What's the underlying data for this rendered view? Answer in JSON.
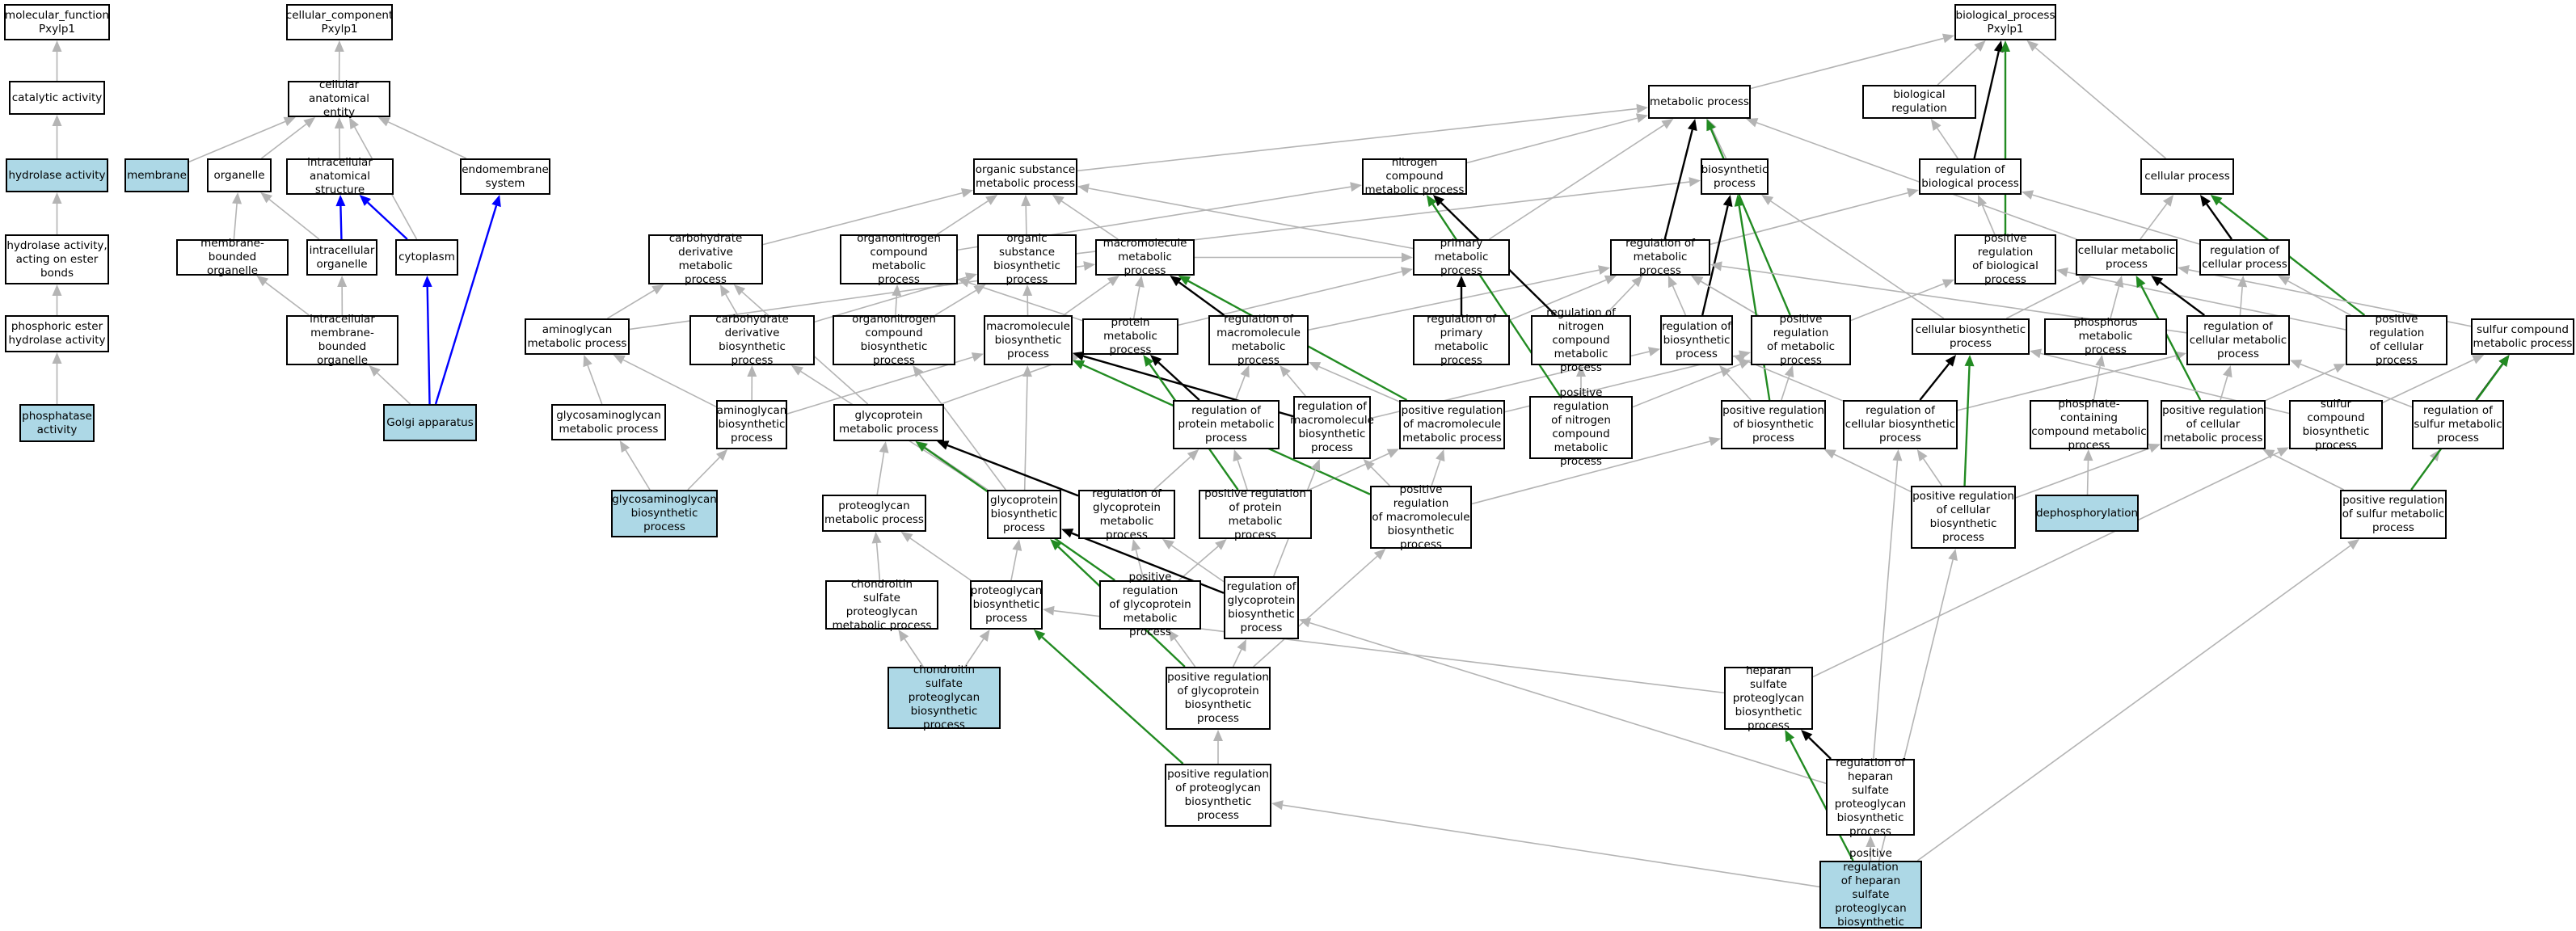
{
  "colors": {
    "annotated_fill": "#add8e6",
    "node_fill": "#ffffff",
    "is_a": "#b4b4b4",
    "part_of": "#0000ff",
    "regulates": "#000000",
    "positively_regulates": "#228b22"
  },
  "nodes": {
    "mf": {
      "label": "molecular_function\nPxylp1",
      "annotated": false
    },
    "catalytic": {
      "label": "catalytic activity",
      "annotated": false
    },
    "hydrolase": {
      "label": "hydrolase activity",
      "annotated": true
    },
    "hydrolase_ester": {
      "label": "hydrolase activity,\nacting on ester\nbonds",
      "annotated": false
    },
    "phosphoric": {
      "label": "phosphoric ester\nhydrolase activity",
      "annotated": false
    },
    "phosphatase": {
      "label": "phosphatase\nactivity",
      "annotated": true
    },
    "cc": {
      "label": "cellular_component\nPxylp1",
      "annotated": false
    },
    "cae": {
      "label": "cellular anatomical\nentity",
      "annotated": false
    },
    "membrane": {
      "label": "membrane",
      "annotated": true
    },
    "organelle": {
      "label": "organelle",
      "annotated": false
    },
    "ias": {
      "label": "intracellular\nanatomical structure",
      "annotated": false
    },
    "endomembrane": {
      "label": "endomembrane\nsystem",
      "annotated": false
    },
    "mbo": {
      "label": "membrane-bounded\norganelle",
      "annotated": false
    },
    "io": {
      "label": "intracellular\norganelle",
      "annotated": false
    },
    "cytoplasm": {
      "label": "cytoplasm",
      "annotated": false
    },
    "imbo": {
      "label": "intracellular\nmembrane-bounded\norganelle",
      "annotated": false
    },
    "golgi": {
      "label": "Golgi apparatus",
      "annotated": true
    },
    "bp": {
      "label": "biological_process\nPxylp1",
      "annotated": false
    },
    "metabolic": {
      "label": "metabolic process",
      "annotated": false
    },
    "bioreg": {
      "label": "biological regulation",
      "annotated": false
    },
    "osmp": {
      "label": "organic substance\nmetabolic process",
      "annotated": false
    },
    "ncmp": {
      "label": "nitrogen compound\nmetabolic process",
      "annotated": false
    },
    "biosynthetic": {
      "label": "biosynthetic\nprocess",
      "annotated": false
    },
    "regbp": {
      "label": "regulation of\nbiological process",
      "annotated": false
    },
    "cellular": {
      "label": "cellular process",
      "annotated": false
    },
    "cdmp": {
      "label": "carbohydrate\nderivative metabolic\nprocess",
      "annotated": false
    },
    "oncmp": {
      "label": "organonitrogen\ncompound metabolic\nprocess",
      "annotated": false
    },
    "osbp": {
      "label": "organic substance\nbiosynthetic\nprocess",
      "annotated": false
    },
    "macmp": {
      "label": "macromolecule\nmetabolic process",
      "annotated": false
    },
    "primary": {
      "label": "primary metabolic\nprocess",
      "annotated": false
    },
    "regmp": {
      "label": "regulation of\nmetabolic process",
      "annotated": false
    },
    "posregbp": {
      "label": "positive regulation\nof biological\nprocess",
      "annotated": false
    },
    "cellmp": {
      "label": "cellular metabolic\nprocess",
      "annotated": false
    },
    "regcp": {
      "label": "regulation of\ncellular process",
      "annotated": false
    },
    "aminoglycan": {
      "label": "aminoglycan\nmetabolic process",
      "annotated": false
    },
    "cdbp": {
      "label": "carbohydrate\nderivative biosynthetic\nprocess",
      "annotated": false
    },
    "oncbp": {
      "label": "organonitrogen\ncompound biosynthetic\nprocess",
      "annotated": false
    },
    "macbp": {
      "label": "macromolecule\nbiosynthetic\nprocess",
      "annotated": false
    },
    "protmp": {
      "label": "protein metabolic\nprocess",
      "annotated": false
    },
    "regmacmp": {
      "label": "regulation of\nmacromolecule\nmetabolic process",
      "annotated": false
    },
    "regprimary": {
      "label": "regulation of\nprimary metabolic\nprocess",
      "annotated": false
    },
    "regncmp": {
      "label": "regulation of\nnitrogen compound\nmetabolic process",
      "annotated": false
    },
    "regbiosyn": {
      "label": "regulation of\nbiosynthetic\nprocess",
      "annotated": false
    },
    "posregmp": {
      "label": "positive regulation\nof metabolic\nprocess",
      "annotated": false
    },
    "cellbiosyn": {
      "label": "cellular biosynthetic\nprocess",
      "annotated": false
    },
    "phosphorus": {
      "label": "phosphorus metabolic\nprocess",
      "annotated": false
    },
    "regcellmp": {
      "label": "regulation of\ncellular metabolic\nprocess",
      "annotated": false
    },
    "posregcp": {
      "label": "positive regulation\nof cellular\nprocess",
      "annotated": false
    },
    "sulfurmp": {
      "label": "sulfur compound\nmetabolic process",
      "annotated": false
    },
    "gagmp": {
      "label": "glycosaminoglycan\nmetabolic process",
      "annotated": false
    },
    "aminoglycanbp": {
      "label": "aminoglycan\nbiosynthetic\nprocess",
      "annotated": false
    },
    "glycoproteinmp": {
      "label": "glycoprotein\nmetabolic process",
      "annotated": false
    },
    "regprotmp": {
      "label": "regulation of\nprotein metabolic\nprocess",
      "annotated": false
    },
    "regmacbp": {
      "label": "regulation of\nmacromolecule\nbiosynthetic\nprocess",
      "annotated": false
    },
    "posregmacmp": {
      "label": "positive regulation\nof macromolecule\nmetabolic process",
      "annotated": false
    },
    "posregncmp": {
      "label": "positive regulation\nof nitrogen\ncompound metabolic\nprocess",
      "annotated": false
    },
    "posregbiosyn": {
      "label": "positive regulation\nof biosynthetic\nprocess",
      "annotated": false
    },
    "regcellbiosyn": {
      "label": "regulation of\ncellular biosynthetic\nprocess",
      "annotated": false
    },
    "phosphatecmp": {
      "label": "phosphate-containing\ncompound metabolic\nprocess",
      "annotated": false
    },
    "posregcellmp": {
      "label": "positive regulation\nof cellular\nmetabolic process",
      "annotated": false
    },
    "sulfurbp": {
      "label": "sulfur compound\nbiosynthetic\nprocess",
      "annotated": false
    },
    "regsulfur": {
      "label": "regulation of\nsulfur metabolic\nprocess",
      "annotated": false
    },
    "gagbp": {
      "label": "glycosaminoglycan\nbiosynthetic\nprocess",
      "annotated": true
    },
    "proteoglycanmp": {
      "label": "proteoglycan\nmetabolic process",
      "annotated": false
    },
    "glycoproteinbp": {
      "label": "glycoprotein\nbiosynthetic\nprocess",
      "annotated": false
    },
    "regglycoproteinmp": {
      "label": "regulation of\nglycoprotein\nmetabolic process",
      "annotated": false
    },
    "posregprotmp": {
      "label": "positive regulation\nof protein metabolic\nprocess",
      "annotated": false
    },
    "posregmacbp": {
      "label": "positive regulation\nof macromolecule\nbiosynthetic\nprocess",
      "annotated": false
    },
    "posregcellbiosyn": {
      "label": "positive regulation\nof cellular\nbiosynthetic\nprocess",
      "annotated": false
    },
    "dephos": {
      "label": "dephosphorylation",
      "annotated": true
    },
    "posregsulfur": {
      "label": "positive regulation\nof sulfur metabolic\nprocess",
      "annotated": false
    },
    "chondroitinmp": {
      "label": "chondroitin\nsulfate proteoglycan\nmetabolic process",
      "annotated": false
    },
    "proteoglycanbp": {
      "label": "proteoglycan\nbiosynthetic\nprocess",
      "annotated": false
    },
    "posregglycoproteinmp": {
      "label": "positive regulation\nof glycoprotein\nmetabolic process",
      "annotated": false
    },
    "regglycoproteinbp": {
      "label": "regulation of\nglycoprotein\nbiosynthetic\nprocess",
      "annotated": false
    },
    "chondroitinbp": {
      "label": "chondroitin\nsulfate proteoglycan\nbiosynthetic\nprocess",
      "annotated": true
    },
    "posregglycoproteinbp": {
      "label": "positive regulation\nof glycoprotein\nbiosynthetic\nprocess",
      "annotated": false
    },
    "heparanbp": {
      "label": "heparan sulfate\nproteoglycan\nbiosynthetic\nprocess",
      "annotated": false
    },
    "posregproteoglycanbp": {
      "label": "positive regulation\nof proteoglycan\nbiosynthetic\nprocess",
      "annotated": false
    },
    "regheparan": {
      "label": "regulation of\nheparan sulfate\nproteoglycan\nbiosynthetic\nprocess",
      "annotated": false
    },
    "posregheparan": {
      "label": "positive regulation\nof heparan sulfate\nproteoglycan\nbiosynthetic\nprocess",
      "annotated": true
    }
  },
  "edges": [
    [
      "catalytic",
      "mf",
      "is_a"
    ],
    [
      "hydrolase",
      "catalytic",
      "is_a"
    ],
    [
      "hydrolase_ester",
      "hydrolase",
      "is_a"
    ],
    [
      "phosphoric",
      "hydrolase_ester",
      "is_a"
    ],
    [
      "phosphatase",
      "phosphoric",
      "is_a"
    ],
    [
      "cae",
      "cc",
      "is_a"
    ],
    [
      "membrane",
      "cae",
      "is_a"
    ],
    [
      "organelle",
      "cae",
      "is_a"
    ],
    [
      "ias",
      "cae",
      "is_a"
    ],
    [
      "endomembrane",
      "cae",
      "is_a"
    ],
    [
      "cytoplasm",
      "cae",
      "is_a"
    ],
    [
      "mbo",
      "organelle",
      "is_a"
    ],
    [
      "io",
      "organelle",
      "is_a"
    ],
    [
      "io",
      "ias",
      "part_of"
    ],
    [
      "cytoplasm",
      "ias",
      "part_of"
    ],
    [
      "imbo",
      "mbo",
      "is_a"
    ],
    [
      "imbo",
      "io",
      "is_a"
    ],
    [
      "golgi",
      "imbo",
      "is_a"
    ],
    [
      "golgi",
      "cytoplasm",
      "part_of"
    ],
    [
      "golgi",
      "endomembrane",
      "part_of"
    ],
    [
      "metabolic",
      "bp",
      "is_a"
    ],
    [
      "bioreg",
      "bp",
      "is_a"
    ],
    [
      "cellular",
      "bp",
      "is_a"
    ],
    [
      "regbp",
      "bioreg",
      "is_a"
    ],
    [
      "regbp",
      "bp",
      "regulates"
    ],
    [
      "posregbp",
      "regbp",
      "is_a"
    ],
    [
      "posregbp",
      "bp",
      "positively_regulates"
    ],
    [
      "osmp",
      "metabolic",
      "is_a"
    ],
    [
      "ncmp",
      "metabolic",
      "is_a"
    ],
    [
      "biosynthetic",
      "metabolic",
      "is_a"
    ],
    [
      "primary",
      "metabolic",
      "is_a"
    ],
    [
      "cdmp",
      "osmp",
      "is_a"
    ],
    [
      "oncmp",
      "osmp",
      "is_a"
    ],
    [
      "oncmp",
      "ncmp",
      "is_a"
    ],
    [
      "osbp",
      "osmp",
      "is_a"
    ],
    [
      "osbp",
      "biosynthetic",
      "is_a"
    ],
    [
      "macmp",
      "osmp",
      "is_a"
    ],
    [
      "macmp",
      "primary",
      "is_a"
    ],
    [
      "primary",
      "osmp",
      "is_a"
    ],
    [
      "regmp",
      "regbp",
      "is_a"
    ],
    [
      "regmp",
      "metabolic",
      "regulates"
    ],
    [
      "posregmp",
      "regmp",
      "is_a"
    ],
    [
      "posregmp",
      "posregbp",
      "is_a"
    ],
    [
      "posregmp",
      "metabolic",
      "positively_regulates"
    ],
    [
      "cellmp",
      "metabolic",
      "is_a"
    ],
    [
      "cellmp",
      "cellular",
      "is_a"
    ],
    [
      "regcp",
      "regbp",
      "is_a"
    ],
    [
      "regcp",
      "cellular",
      "regulates"
    ],
    [
      "posregcp",
      "regcp",
      "is_a"
    ],
    [
      "posregcp",
      "posregbp",
      "is_a"
    ],
    [
      "posregcp",
      "cellular",
      "positively_regulates"
    ],
    [
      "aminoglycan",
      "cdmp",
      "is_a"
    ],
    [
      "aminoglycan",
      "macmp",
      "is_a"
    ],
    [
      "cdbp",
      "cdmp",
      "is_a"
    ],
    [
      "cdbp",
      "osbp",
      "is_a"
    ],
    [
      "oncbp",
      "oncmp",
      "is_a"
    ],
    [
      "oncbp",
      "osbp",
      "is_a"
    ],
    [
      "macbp",
      "macmp",
      "is_a"
    ],
    [
      "macbp",
      "osbp",
      "is_a"
    ],
    [
      "protmp",
      "macmp",
      "is_a"
    ],
    [
      "protmp",
      "oncmp",
      "is_a"
    ],
    [
      "protmp",
      "primary",
      "is_a"
    ],
    [
      "regmacmp",
      "regmp",
      "is_a"
    ],
    [
      "regmacmp",
      "macmp",
      "regulates"
    ],
    [
      "regprimary",
      "regmp",
      "is_a"
    ],
    [
      "regprimary",
      "primary",
      "regulates"
    ],
    [
      "regncmp",
      "regmp",
      "is_a"
    ],
    [
      "regncmp",
      "ncmp",
      "regulates"
    ],
    [
      "regbiosyn",
      "regmp",
      "is_a"
    ],
    [
      "regbiosyn",
      "biosynthetic",
      "regulates"
    ],
    [
      "posregmp",
      "regmp",
      "is_a"
    ],
    [
      "cellbiosyn",
      "biosynthetic",
      "is_a"
    ],
    [
      "cellbiosyn",
      "cellmp",
      "is_a"
    ],
    [
      "phosphorus",
      "cellmp",
      "is_a"
    ],
    [
      "regcellmp",
      "regmp",
      "is_a"
    ],
    [
      "regcellmp",
      "regcp",
      "is_a"
    ],
    [
      "regcellmp",
      "cellmp",
      "regulates"
    ],
    [
      "sulfurmp",
      "cellmp",
      "is_a"
    ],
    [
      "gagmp",
      "aminoglycan",
      "is_a"
    ],
    [
      "aminoglycanbp",
      "aminoglycan",
      "is_a"
    ],
    [
      "aminoglycanbp",
      "cdbp",
      "is_a"
    ],
    [
      "aminoglycanbp",
      "macbp",
      "is_a"
    ],
    [
      "glycoproteinmp",
      "protmp",
      "is_a"
    ],
    [
      "glycoproteinmp",
      "cdmp",
      "is_a"
    ],
    [
      "regprotmp",
      "regmacmp",
      "is_a"
    ],
    [
      "regprotmp",
      "protmp",
      "regulates"
    ],
    [
      "regmacbp",
      "regmacmp",
      "is_a"
    ],
    [
      "regmacbp",
      "regbiosyn",
      "is_a"
    ],
    [
      "regmacbp",
      "macbp",
      "regulates"
    ],
    [
      "posregmacmp",
      "regmacmp",
      "is_a"
    ],
    [
      "posregmacmp",
      "posregmp",
      "is_a"
    ],
    [
      "posregmacmp",
      "macmp",
      "positively_regulates"
    ],
    [
      "posregncmp",
      "regncmp",
      "is_a"
    ],
    [
      "posregncmp",
      "posregmp",
      "is_a"
    ],
    [
      "posregncmp",
      "ncmp",
      "positively_regulates"
    ],
    [
      "posregbiosyn",
      "regbiosyn",
      "is_a"
    ],
    [
      "posregbiosyn",
      "posregmp",
      "is_a"
    ],
    [
      "posregbiosyn",
      "biosynthetic",
      "positively_regulates"
    ],
    [
      "regcellbiosyn",
      "regbiosyn",
      "is_a"
    ],
    [
      "regcellbiosyn",
      "regcellmp",
      "is_a"
    ],
    [
      "regcellbiosyn",
      "cellbiosyn",
      "regulates"
    ],
    [
      "phosphatecmp",
      "phosphorus",
      "is_a"
    ],
    [
      "posregcellmp",
      "regcellmp",
      "is_a"
    ],
    [
      "posregcellmp",
      "posregcp",
      "is_a"
    ],
    [
      "posregcellmp",
      "cellmp",
      "positively_regulates"
    ],
    [
      "sulfurbp",
      "sulfurmp",
      "is_a"
    ],
    [
      "sulfurbp",
      "cellbiosyn",
      "is_a"
    ],
    [
      "regsulfur",
      "regcellmp",
      "is_a"
    ],
    [
      "regsulfur",
      "sulfurmp",
      "regulates"
    ],
    [
      "gagbp",
      "gagmp",
      "is_a"
    ],
    [
      "gagbp",
      "aminoglycanbp",
      "is_a"
    ],
    [
      "proteoglycanmp",
      "glycoproteinmp",
      "is_a"
    ],
    [
      "glycoproteinbp",
      "glycoproteinmp",
      "is_a"
    ],
    [
      "glycoproteinbp",
      "macbp",
      "is_a"
    ],
    [
      "glycoproteinbp",
      "cdbp",
      "is_a"
    ],
    [
      "glycoproteinbp",
      "oncbp",
      "is_a"
    ],
    [
      "regglycoproteinmp",
      "regprotmp",
      "is_a"
    ],
    [
      "regglycoproteinmp",
      "glycoproteinmp",
      "regulates"
    ],
    [
      "posregprotmp",
      "regprotmp",
      "is_a"
    ],
    [
      "posregprotmp",
      "posregmacmp",
      "is_a"
    ],
    [
      "posregprotmp",
      "protmp",
      "positively_regulates"
    ],
    [
      "posregmacbp",
      "regmacbp",
      "is_a"
    ],
    [
      "posregmacbp",
      "posregmacmp",
      "is_a"
    ],
    [
      "posregmacbp",
      "posregbiosyn",
      "is_a"
    ],
    [
      "posregmacbp",
      "macbp",
      "positively_regulates"
    ],
    [
      "posregcellbiosyn",
      "regcellbiosyn",
      "is_a"
    ],
    [
      "posregcellbiosyn",
      "posregcellmp",
      "is_a"
    ],
    [
      "posregcellbiosyn",
      "posregbiosyn",
      "is_a"
    ],
    [
      "posregcellbiosyn",
      "cellbiosyn",
      "positively_regulates"
    ],
    [
      "dephos",
      "phosphatecmp",
      "is_a"
    ],
    [
      "posregsulfur",
      "regsulfur",
      "is_a"
    ],
    [
      "posregsulfur",
      "posregcellmp",
      "is_a"
    ],
    [
      "posregsulfur",
      "sulfurmp",
      "positively_regulates"
    ],
    [
      "chondroitinmp",
      "proteoglycanmp",
      "is_a"
    ],
    [
      "proteoglycanbp",
      "proteoglycanmp",
      "is_a"
    ],
    [
      "proteoglycanbp",
      "glycoproteinbp",
      "is_a"
    ],
    [
      "posregglycoproteinmp",
      "regglycoproteinmp",
      "is_a"
    ],
    [
      "posregglycoproteinmp",
      "posregprotmp",
      "is_a"
    ],
    [
      "posregglycoproteinmp",
      "glycoproteinmp",
      "positively_regulates"
    ],
    [
      "regglycoproteinbp",
      "regglycoproteinmp",
      "is_a"
    ],
    [
      "regglycoproteinbp",
      "regmacbp",
      "is_a"
    ],
    [
      "regglycoproteinbp",
      "glycoproteinbp",
      "regulates"
    ],
    [
      "chondroitinbp",
      "chondroitinmp",
      "is_a"
    ],
    [
      "chondroitinbp",
      "proteoglycanbp",
      "is_a"
    ],
    [
      "posregglycoproteinbp",
      "regglycoproteinbp",
      "is_a"
    ],
    [
      "posregglycoproteinbp",
      "posregglycoproteinmp",
      "is_a"
    ],
    [
      "posregglycoproteinbp",
      "posregmacbp",
      "is_a"
    ],
    [
      "posregglycoproteinbp",
      "glycoproteinbp",
      "positively_regulates"
    ],
    [
      "heparanbp",
      "proteoglycanbp",
      "is_a"
    ],
    [
      "heparanbp",
      "sulfurbp",
      "is_a"
    ],
    [
      "posregproteoglycanbp",
      "posregglycoproteinbp",
      "is_a"
    ],
    [
      "posregproteoglycanbp",
      "proteoglycanbp",
      "positively_regulates"
    ],
    [
      "regheparan",
      "regglycoproteinbp",
      "is_a"
    ],
    [
      "regheparan",
      "regcellbiosyn",
      "is_a"
    ],
    [
      "regheparan",
      "heparanbp",
      "regulates"
    ],
    [
      "posregheparan",
      "regheparan",
      "is_a"
    ],
    [
      "posregheparan",
      "posregproteoglycanbp",
      "is_a"
    ],
    [
      "posregheparan",
      "posregcellbiosyn",
      "is_a"
    ],
    [
      "posregheparan",
      "posregsulfur",
      "is_a"
    ],
    [
      "posregheparan",
      "heparanbp",
      "positively_regulates"
    ]
  ]
}
